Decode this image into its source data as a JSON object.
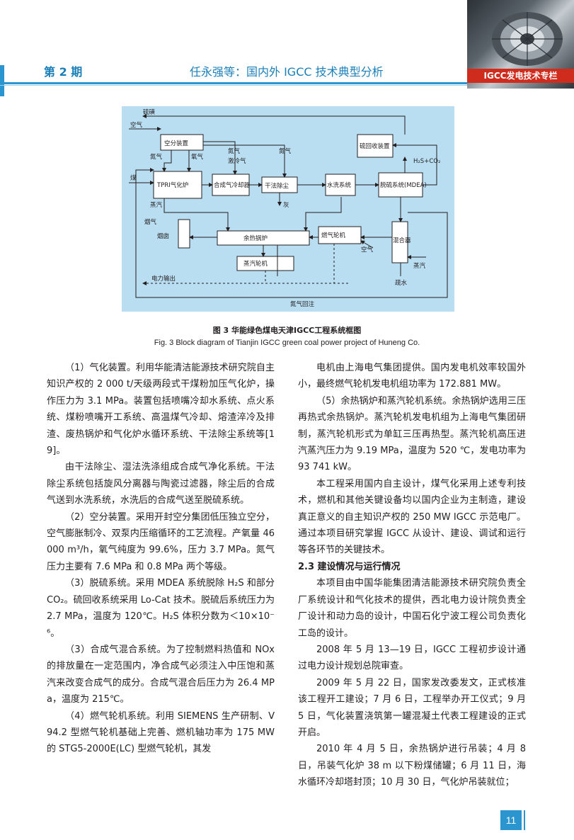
{
  "header": {
    "issue": "第 2 期",
    "running_title": "任永强等：国内外 IGCC 技术典型分析",
    "banner": "IGCC发电技术专栏"
  },
  "figure": {
    "labels": {
      "liuhuang": "硫磺",
      "kongqi_in": "空气",
      "kongfen": "空分装置",
      "danqi1": "氮气",
      "yangqi": "氧气",
      "danqi_jileng": "氮气",
      "jileng": "激冷气",
      "danqi2": "氮气",
      "lhs": "硫回收装置",
      "h2s": "H₂S+CO₂",
      "mei": "煤",
      "tpri": "TPRI气化炉",
      "hecheng": "合成气冷却器",
      "ganfa": "干法除尘",
      "shuixi": "水洗系统",
      "tuoliu": "脱硫系统(MDEA)",
      "zhengqi1": "蒸汽",
      "hui": "灰",
      "yanqi": "烟气",
      "yancong": "烟囱",
      "yure": "余热锅炉",
      "ranqi": "燃气轮机",
      "kongqi2": "空气",
      "hunhe": "混合器",
      "zhengqi2": "蒸汽",
      "zhengqilunji": "蒸汽轮机",
      "dianli": "电力输出",
      "shushui": "疏水",
      "danqihuizhu": "氮气回注"
    },
    "caption_cn": "图 3   华能绿色煤电天津IGCC工程系统框图",
    "caption_en": "Fig. 3   Block diagram of Tianjin IGCC green coal power project of Huneng Co."
  },
  "body": {
    "left": [
      "（1）气化装置。利用华能清洁能源技术研究院自主知识产权的 2 000 t/天级两段式干煤粉加压气化炉，操作压力为 3.1 MPa。装置包括喷嘴冷却水系统、点火系统、煤粉喷嘴开工系统、高温煤气冷却、熔渣淬冷及排渣、废热锅炉和气化炉水循环系统、干法除尘系统等[19]。",
      "由干法除尘、湿法洗涤组成合成气净化系统。干法除尘系统包括旋风分离器与陶瓷过滤器，除尘后的合成气送到水洗系统，水洗后的合成气送至脱硫系统。",
      "（2）空分装置。采用开封空分集团低压独立空分，空气膨胀制冷、双泵内压缩循环的工艺流程。产氧量 46 000 m³/h，氧气纯度为 99.6%，压力 3.7 MPa。氮气压力主要有 7.6 MPa 和 0.8 MPa 两个等级。",
      "（3）脱硫系统。采用 MDEA 系统脱除 H₂S 和部分 CO₂。硫回收系统采用 Lo-Cat 技术。脱硫后系统压力为 2.7 MPa，温度为 120℃。H₂S 体积分数为＜10×10⁻⁶。",
      "（3）合成气混合系统。为了控制燃料热值和 NOx 的排放量在一定范围内，净合成气必须注入中压饱和蒸汽来改变合成气的成分。合成气混合后压力为 26.4 MPa，温度为 215℃。",
      "（4）燃气轮机系统。利用 SIEMENS 生产研制、V94.2 型燃气轮机基础上完善、燃机轴功率为 175 MW 的 STG5-2000E(LC) 型燃气轮机，其发"
    ],
    "right": [
      "电机由上海电气集团提供。国内发电机效率较国外小，最终燃气轮机发电机组功率为 172.881 MW。",
      "（5）余热锅炉和蒸汽轮机系统。余热锅炉选用三压再热式余热锅炉。蒸汽轮机发电机组为上海电气集团研制，蒸汽轮机形式为单缸三压再热型。蒸汽轮机高压进汽蒸汽压力为 9.19 MPa，温度为 520 ℃，发电功率为 93 741 kW。",
      "本工程采用国内自主设计，煤气化采用上述专利技术，燃机和其他关键设备均以国内企业为主制造，建设真正意义的自主知识产权的 250 MW IGCC 示范电厂。通过本项目研究掌握 IGCC 从设计、建设、调试和运行等各环节的关键技术。"
    ],
    "section_heading": "2.3   建设情况与运行情况",
    "right2": [
      "本项目由中国华能集团清洁能源技术研究院负责全厂系统设计和气化技术的提供，西北电力设计院负责全厂设计和动力岛的设计，中国石化宁波工程公司负责化工岛的设计。",
      "2008 年 5 月 13—19 日，IGCC 工程初步设计通过电力设计规划总院审查。",
      "2009 年 5 月 22 日，国家发改委发文，正式核准该工程开工建设；7 月 6 日，工程举办开工仪式；9 月 5 日，气化装置浇筑第一罐混凝土代表工程建设的正式开启。",
      "2010 年 4 月 5 日，余热锅炉进行吊装；4 月 8 日，吊装气化炉 38 m 以下粉煤储罐；6 月 11 日，海水循环冷却塔封顶；10 月 30 日，气化炉吊装就位；"
    ]
  },
  "page_number": "11"
}
